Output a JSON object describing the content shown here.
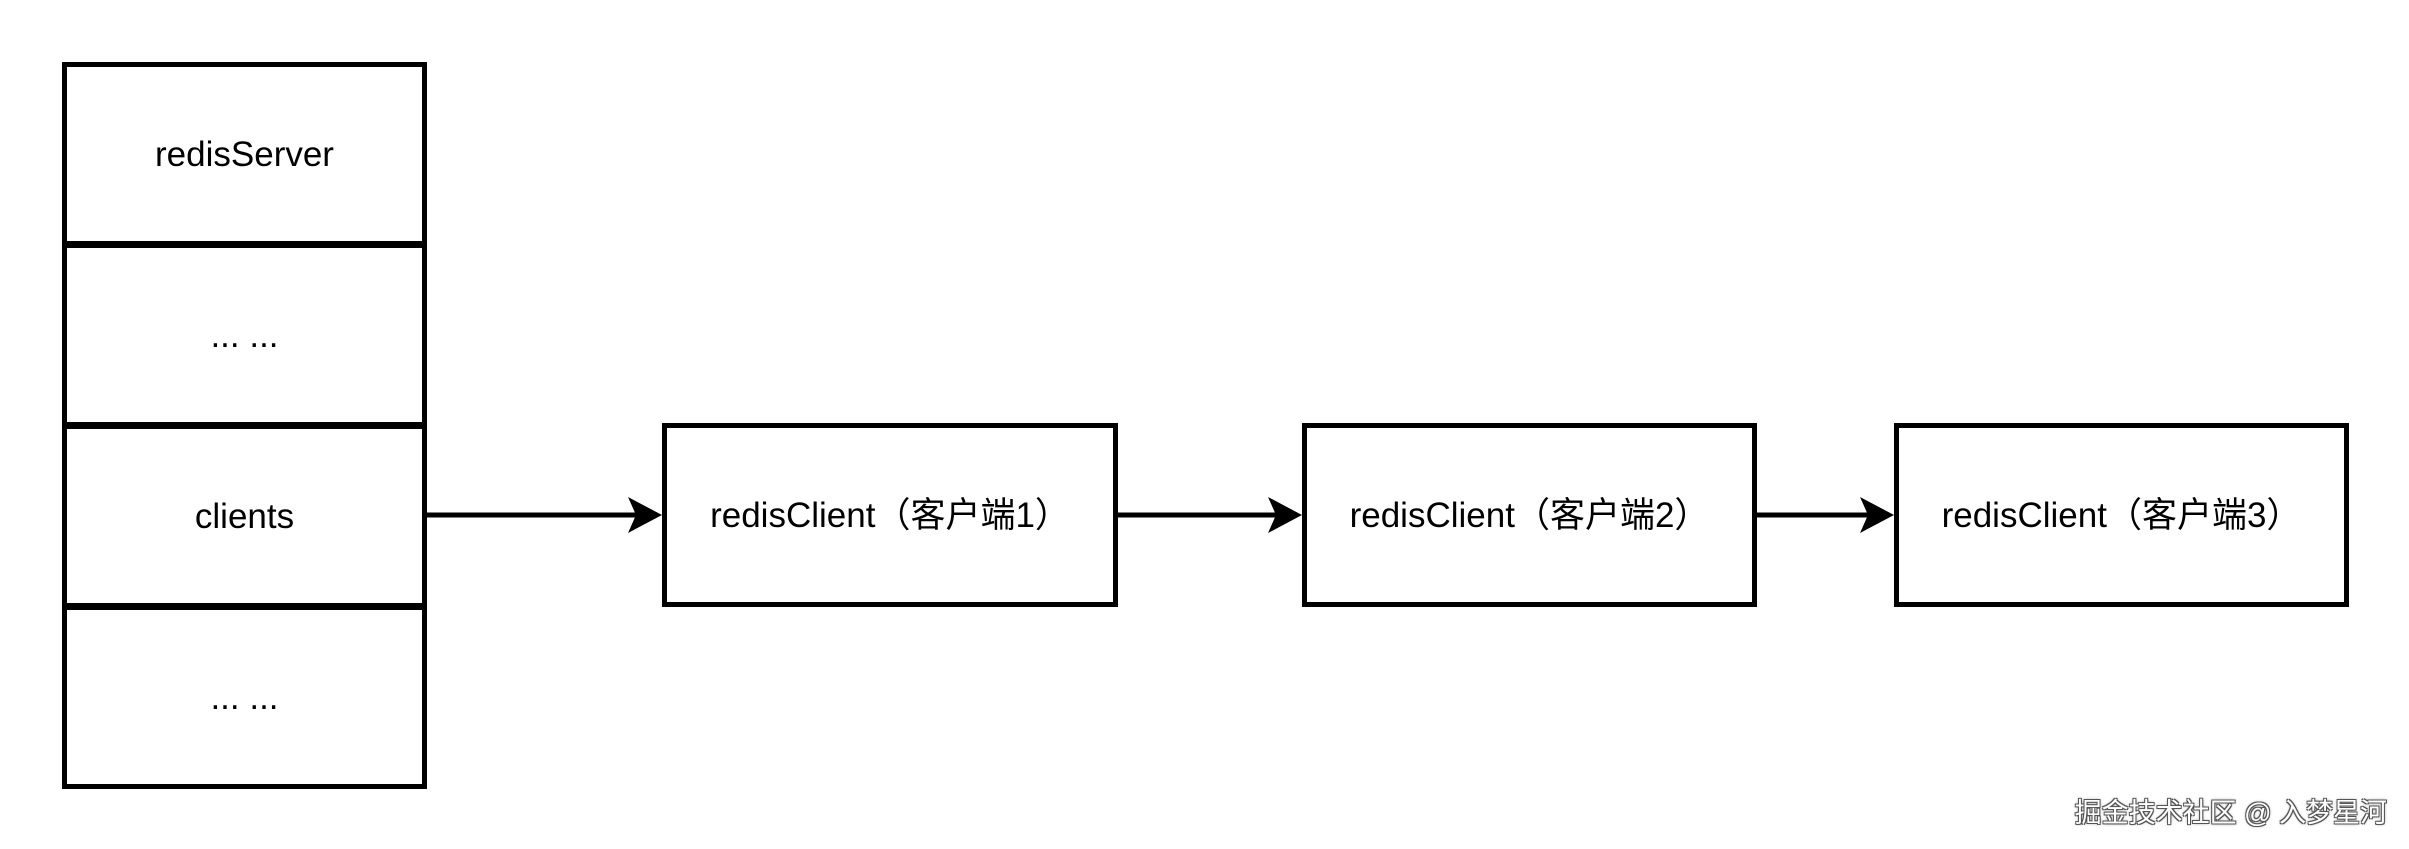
{
  "server_struct": {
    "cells": [
      {
        "label": "redisServer"
      },
      {
        "label": "... ..."
      },
      {
        "label": "clients"
      },
      {
        "label": "... ..."
      }
    ]
  },
  "client_list": [
    {
      "label": "redisClient（客户端1）"
    },
    {
      "label": "redisClient（客户端2）"
    },
    {
      "label": "redisClient（客户端3）"
    }
  ],
  "colors": {
    "stroke": "#000000",
    "background": "#ffffff"
  },
  "watermark": "掘金技术社区 @ 入梦星河"
}
